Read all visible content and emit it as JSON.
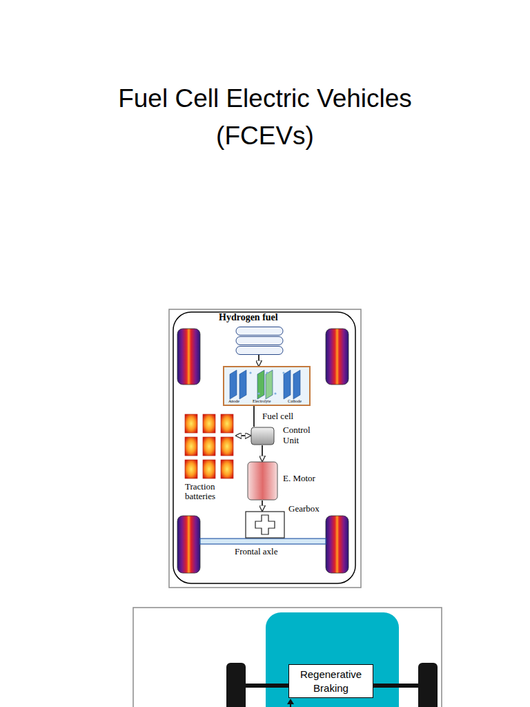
{
  "diagram": {
    "title": "Fuel Cell Electric Vehicles (FCEVs)",
    "nodes": [
      {
        "text": [
          "Hydrogen fuel"
        ]
      },
      {
        "text": [
          "Fuel cell"
        ]
      },
      {
        "text": [
          "Traction batteries"
        ]
      },
      {
        "text": [
          "Control Unit"
        ]
      },
      {
        "text": [
          "E. Motor"
        ]
      },
      {
        "text": [
          "Gearbox"
        ]
      },
      {
        "text": [
          "Regenerative Braking"
        ]
      }
    ],
    "edges": [
      {
        "from": 0,
        "to": 1,
        "arrow": "to"
      },
      {
        "from": 1,
        "to": 3,
        "arrow": "none"
      },
      {
        "from": 2,
        "to": 3,
        "arrow": "both"
      },
      {
        "from": 3,
        "to": 4,
        "arrow": "to"
      },
      {
        "from": 4,
        "to": 5,
        "arrow": "to"
      }
    ],
    "labels": [
      "Anode",
      "Electrolyte",
      "Cathode",
      "Frontal axle"
    ]
  }
}
